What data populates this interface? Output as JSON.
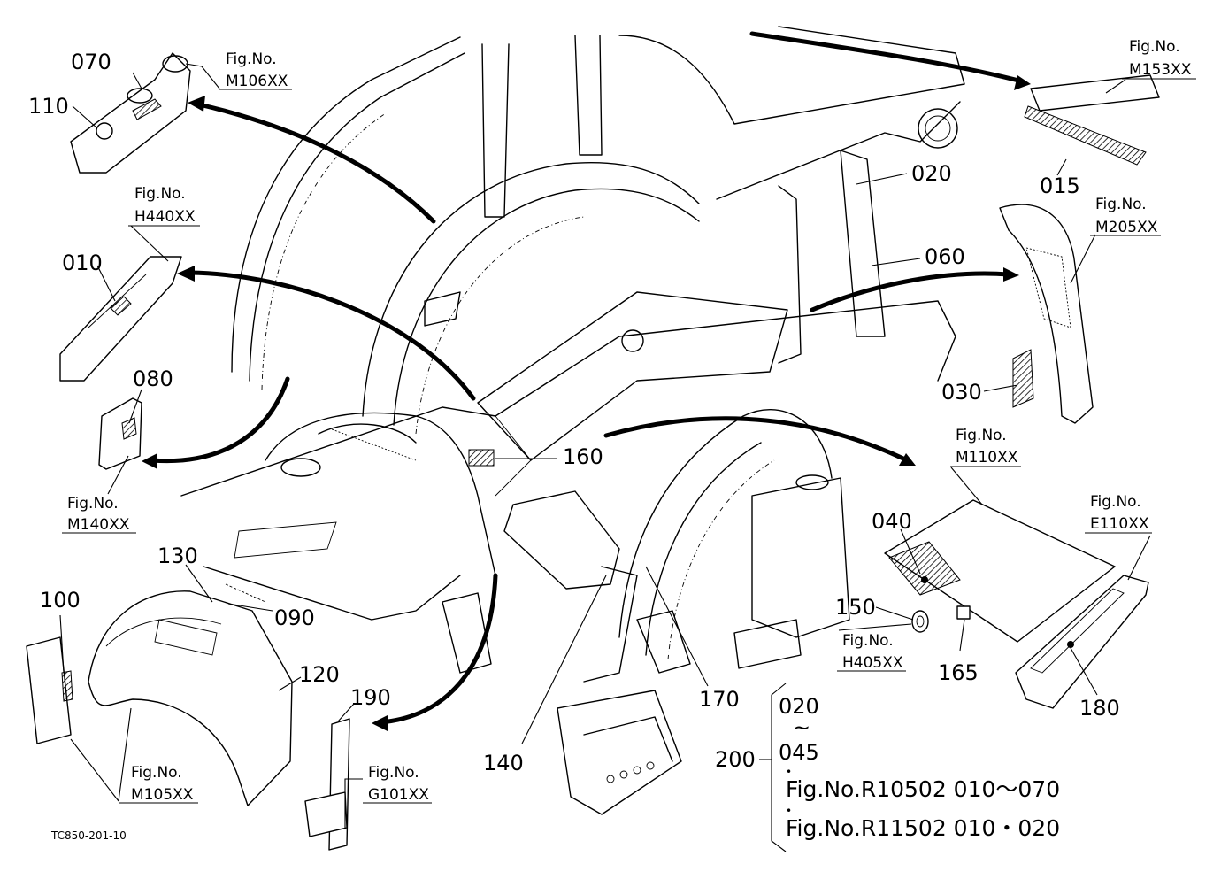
{
  "drawing_code": "TC850-201-10",
  "callouts": [
    {
      "id": "070",
      "text": "070"
    },
    {
      "id": "110",
      "text": "110"
    },
    {
      "id": "010",
      "text": "010"
    },
    {
      "id": "080",
      "text": "080"
    },
    {
      "id": "130",
      "text": "130"
    },
    {
      "id": "090",
      "text": "090"
    },
    {
      "id": "100",
      "text": "100"
    },
    {
      "id": "120",
      "text": "120"
    },
    {
      "id": "190",
      "text": "190"
    },
    {
      "id": "140",
      "text": "140"
    },
    {
      "id": "160",
      "text": "160"
    },
    {
      "id": "170",
      "text": "170"
    },
    {
      "id": "020",
      "text": "020"
    },
    {
      "id": "060",
      "text": "060"
    },
    {
      "id": "015",
      "text": "015"
    },
    {
      "id": "030",
      "text": "030"
    },
    {
      "id": "040",
      "text": "040"
    },
    {
      "id": "150",
      "text": "150"
    },
    {
      "id": "165",
      "text": "165"
    },
    {
      "id": "180",
      "text": "180"
    },
    {
      "id": "200",
      "text": "200"
    }
  ],
  "fig_refs": [
    {
      "id": "m106",
      "label": "Fig.No.",
      "code": "M106XX"
    },
    {
      "id": "h440",
      "label": "Fig.No.",
      "code": "H440XX"
    },
    {
      "id": "m140",
      "label": "Fig.No.",
      "code": "M140XX"
    },
    {
      "id": "m105",
      "label": "Fig.No.",
      "code": "M105XX"
    },
    {
      "id": "g101",
      "label": "Fig.No.",
      "code": "G101XX"
    },
    {
      "id": "m153",
      "label": "Fig.No.",
      "code": "M153XX"
    },
    {
      "id": "m205",
      "label": "Fig.No.",
      "code": "M205XX"
    },
    {
      "id": "m110",
      "label": "Fig.No.",
      "code": "M110XX"
    },
    {
      "id": "e110",
      "label": "Fig.No.",
      "code": "E110XX"
    },
    {
      "id": "h405",
      "label": "Fig.No.",
      "code": "H405XX"
    }
  ],
  "kit_note": {
    "range_start": "020",
    "tilde": "~",
    "range_end": "045",
    "dot": "•",
    "line1": "Fig.No.R10502  010～070",
    "line2": "Fig.No.R11502  010・020"
  }
}
